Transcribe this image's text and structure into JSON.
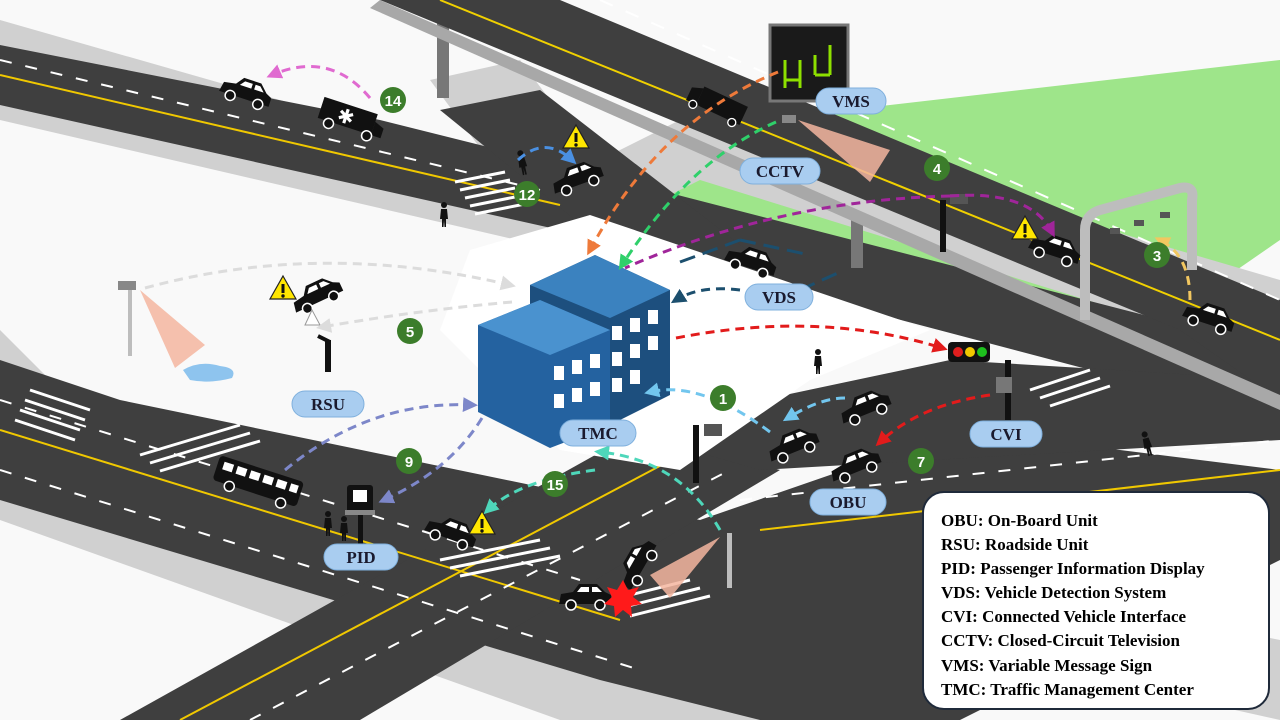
{
  "labels": {
    "vms": "VMS",
    "cctv": "CCTV",
    "vds": "VDS",
    "rsu": "RSU",
    "tmc": "TMC",
    "cvi": "CVI",
    "obu": "OBU",
    "pid": "PID"
  },
  "steps": [
    "1",
    "3",
    "4",
    "5",
    "7",
    "9",
    "12",
    "14",
    "15"
  ],
  "legend": [
    {
      "abbr": "OBU",
      "full": "On-Board Unit"
    },
    {
      "abbr": "RSU",
      "full": "Roadside Unit"
    },
    {
      "abbr": "PID",
      "full": "Passenger Information Display"
    },
    {
      "abbr": "VDS",
      "full": "Vehicle Detection System"
    },
    {
      "abbr": "CVI",
      "full": "Connected Vehicle Interface"
    },
    {
      "abbr": "CCTV",
      "full": "Closed-Circuit Television"
    },
    {
      "abbr": "VMS",
      "full": "Variable Message Sign"
    },
    {
      "abbr": "TMC",
      "full": "Traffic Management Center"
    }
  ],
  "colors": {
    "road": "#3f3f3f",
    "sidewalk": "#d4d4d4",
    "grass": "#9ee58a",
    "building": "#2e6da4",
    "pill": "#a9cdf0",
    "number_badge": "#3c7d2b",
    "warning": "#ffe600"
  },
  "icons": [
    "car-icon",
    "truck-icon",
    "ambulance-icon",
    "bus-icon",
    "pedestrian-icon",
    "warning-icon",
    "traffic-light-icon",
    "camera-icon",
    "crash-icon",
    "bus-stop-sign-icon"
  ]
}
